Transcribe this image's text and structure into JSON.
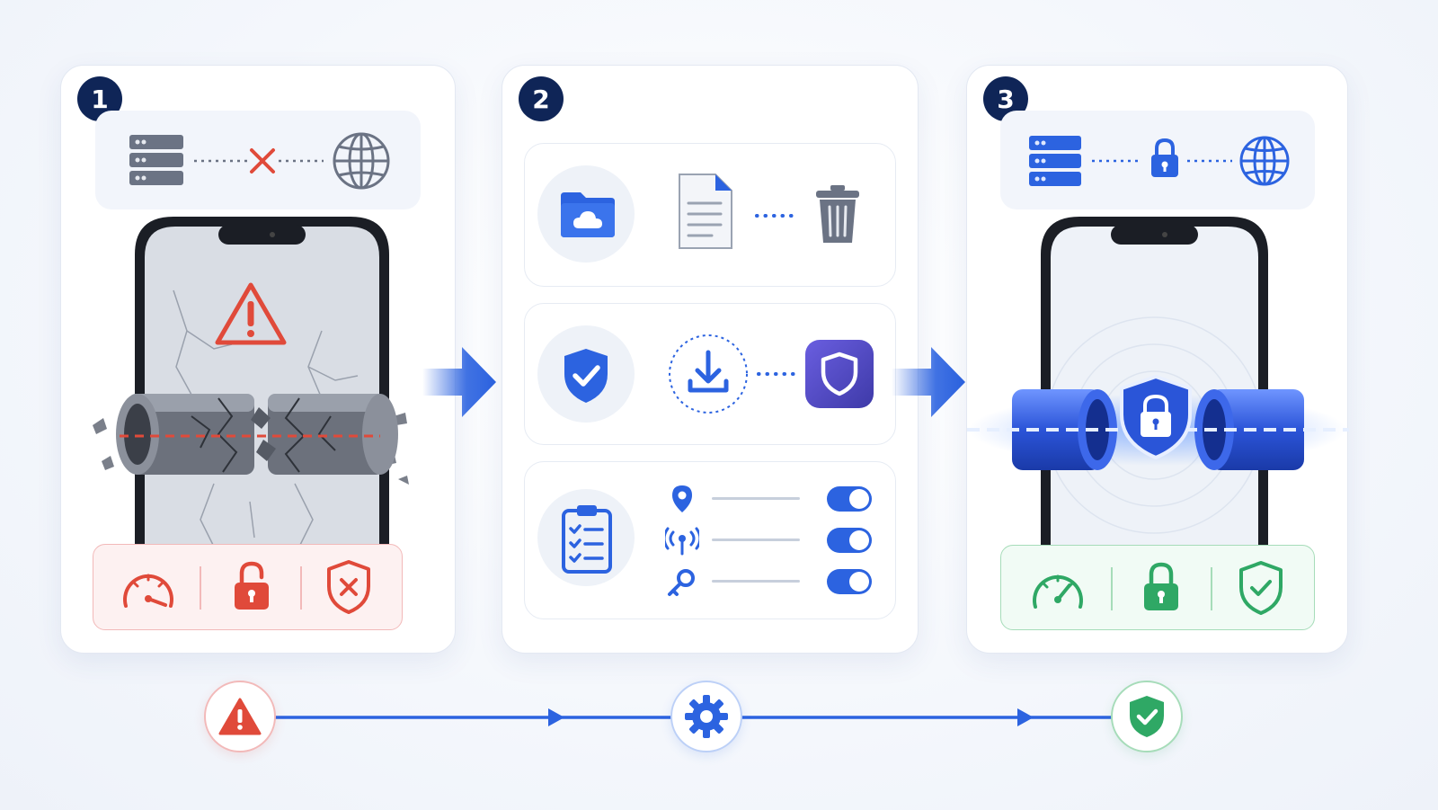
{
  "steps": [
    {
      "number": "1"
    },
    {
      "number": "2"
    },
    {
      "number": "3"
    }
  ],
  "colors": {
    "navy": "#0f2557",
    "accent_blue": "#2c63e0",
    "danger_red": "#e04a3a",
    "success_green": "#2fa865",
    "purple": "#5b4fd0"
  },
  "step1": {
    "connection": "broken",
    "icons": [
      "server-icon",
      "cross-icon",
      "globe-icon",
      "warning-icon",
      "broken-pipe-icon"
    ],
    "status_icons": [
      "speedometer-low-icon",
      "lock-open-icon",
      "shield-x-icon"
    ]
  },
  "step2": {
    "rows": [
      {
        "icons": [
          "cloud-folder-icon",
          "document-icon",
          "trash-icon"
        ]
      },
      {
        "icons": [
          "shield-check-icon",
          "download-icon",
          "vpn-app-icon"
        ]
      },
      {
        "icons": [
          "checklist-icon"
        ],
        "permissions": [
          {
            "icon": "location-pin-icon",
            "enabled": true
          },
          {
            "icon": "wireless-signal-icon",
            "enabled": true
          },
          {
            "icon": "key-icon",
            "enabled": true
          }
        ]
      }
    ]
  },
  "step3": {
    "connection": "secured",
    "icons": [
      "server-icon",
      "lock-icon",
      "globe-icon",
      "secure-tunnel-icon"
    ],
    "status_icons": [
      "speedometer-icon",
      "lock-closed-icon",
      "shield-check-icon"
    ]
  },
  "timeline": {
    "nodes": [
      "warning-icon",
      "gear-icon",
      "shield-check-icon"
    ]
  }
}
